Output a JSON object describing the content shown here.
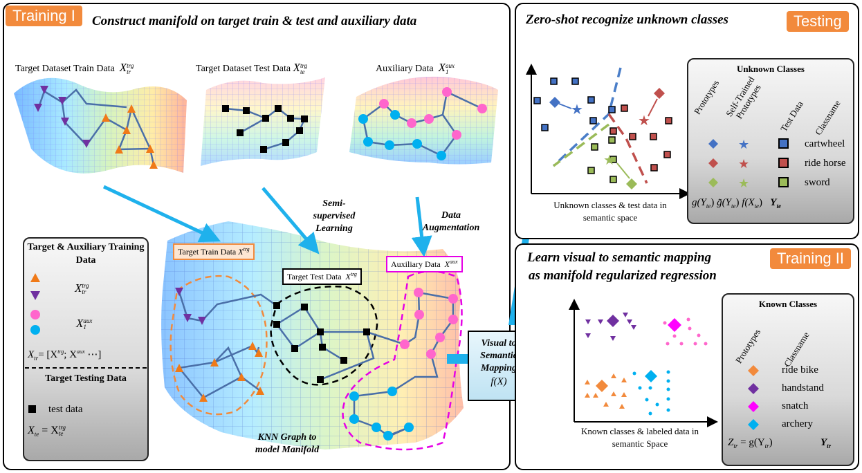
{
  "training1": {
    "tag": "Training I",
    "title": "Construct manifold on target train & test and auxiliary data",
    "train_label": "Target Dataset Train Data",
    "train_sym": "X",
    "train_sup": "trg",
    "train_sub": "tr",
    "test_label": "Target Dataset Test Data",
    "test_sym": "X",
    "test_sup": "trg",
    "test_sub": "te",
    "aux_label": "Auxiliary Data",
    "aux_sym": "X",
    "aux_sup": "aux",
    "aux_sub": "1",
    "semi": "Semi-supervised Learning",
    "data_aug": "Data Augmentation",
    "knn": "KNN Graph to model Manifold",
    "callout_train": "Target Train Data",
    "callout_test": "Target Test Data",
    "callout_aux": "Auxiliary Data",
    "legend": {
      "title": "Target & Auxiliary Training Data",
      "trg": "X",
      "trg_sup": "trg",
      "trg_sub": "tr",
      "aux": "X",
      "aux_sup": "aux",
      "aux_sub": "1",
      "xtr_formula": "X",
      "xtr_sub": "tr",
      "xtr_rhs": "= [X",
      "xtr_rhs2": "; X",
      "xtr_rhs3": " ⋯]",
      "test_title": "Target Testing Data",
      "test_data": "test data",
      "xte": "X",
      "xte_sub": "te",
      "xte_eq": "= X",
      "xte_sup2": "trg",
      "xte_sub2": "te"
    },
    "mapping": "Visual to Semantic Mapping",
    "mapping_fn": "f(X)"
  },
  "testing": {
    "tag": "Testing",
    "title": "Zero-shot recognize unknown classes",
    "caption": "Unknown classes & test data in semantic space",
    "legend_title": "Unknown Classes",
    "col_headers": [
      "Prototypes",
      "Self-Trained Prototypes",
      "Test Data",
      "Classname"
    ],
    "classes": [
      "cartwheel",
      "ride horse",
      "sword"
    ],
    "footer": [
      "g(Y",
      "te",
      ")",
      "g̃(Y",
      "te",
      ")",
      "f(X",
      "te",
      ")",
      "Y",
      "te"
    ]
  },
  "training2": {
    "tag": "Training II",
    "title_line1": "Learn visual to semantic mapping",
    "title_line2": "as manifold regularized regression",
    "caption": "Known classes & labeled data in semantic Space",
    "legend_title": "Known Classes",
    "col_headers": [
      "Prototypes",
      "Classname"
    ],
    "classes": [
      "ride bike",
      "handstand",
      "snatch",
      "archery"
    ],
    "footer_left": "Z",
    "footer_left_sub": "tr",
    "footer_left_eq": "= g(Y",
    "footer_left_sub2": "tr",
    "footer_left_close": ")",
    "footer_right": "Y",
    "footer_right_sub": "tr"
  },
  "colors": {
    "orange": "#f28a3c",
    "purple": "#7030a0",
    "pink": "#ff66cc",
    "cyan": "#00b0f0",
    "blue": "#4472c4",
    "red": "#c0504d",
    "green": "#9bbb59",
    "magenta": "#ff00ff",
    "lightblue": "#2aa6e0"
  }
}
